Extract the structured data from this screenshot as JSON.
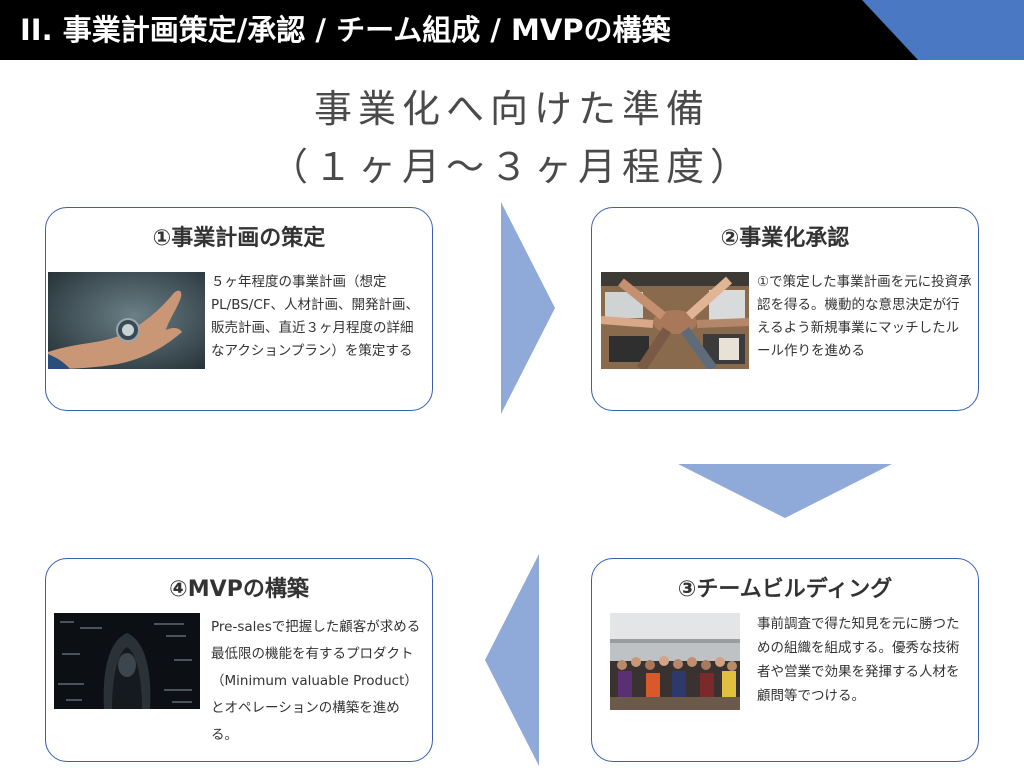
{
  "header": {
    "title": "II. 事業計画策定/承認 / チーム組成 / MVPの構築"
  },
  "subtitle": {
    "line1": "事業化へ向けた準備",
    "line2": "（１ヶ月〜３ヶ月程度）"
  },
  "cards": [
    {
      "title": "①事業計画の策定",
      "text": "５ヶ年程度の事業計画（想定PL/BS/CF、人材計画、開発計画、販売計画、直近３ヶ月程度の詳細なアクションプラン）を策定する",
      "photo": "compass-in-hand-photo"
    },
    {
      "title": "②事業化承認",
      "text": "①で策定した事業計画を元に投資承認を得る。機動的な意思決定が行えるよう新規事業にマッチしたルール作りを進める",
      "photo": "team-fist-bump-photo"
    },
    {
      "title": "③チームビルディング",
      "text": "事前調査で得た知見を元に勝つための組織を組成する。優秀な技術者や営業で効果を発揮する人材を顧問等でつける。",
      "photo": "team-group-photo"
    },
    {
      "title": "④MVPの構築",
      "text": "Pre-salesで把握した顧客が求める最低限の機能を有するプロダクト（Minimum valuable Product）とオペレーションの構築を進める。",
      "photo": "hooded-figure-code-photo"
    }
  ],
  "colors": {
    "header_bg": "#000000",
    "header_accent": "#4a78c2",
    "card_border": "#3a5fae",
    "arrow": "#8fa9d8"
  }
}
